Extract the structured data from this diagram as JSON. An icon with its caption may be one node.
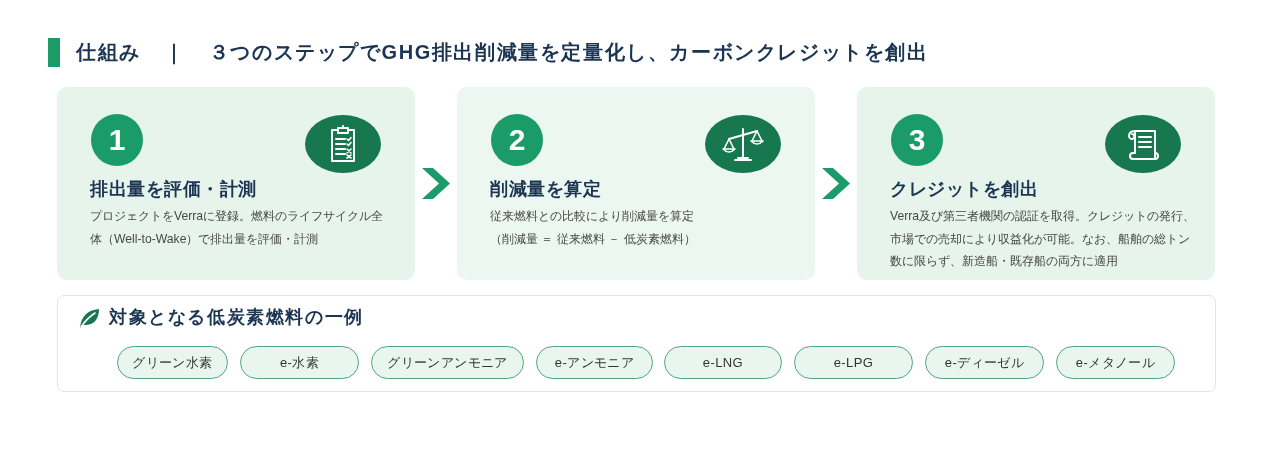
{
  "diagram": {
    "title": "仕組み ｜ ３つのステップでGHG排出削減量を定量化し、カーボンクレジットを創出",
    "nodes": [
      {
        "text": [
          "排出量を評価・計測",
          "プロジェクトをVerraに登録。燃料のライフサイクル全体（Well-to-Wake）で排出量を評価・計測"
        ]
      },
      {
        "text": [
          "1"
        ],
        "in": 0
      },
      {
        "text": [
          "削減量を算定",
          "従来燃料との比較により削減量を算定",
          "（削減量 ＝ 従来燃料 － 低炭素燃料）"
        ]
      },
      {
        "text": [
          "2"
        ],
        "in": 2
      },
      {
        "text": [
          "クレジットを創出",
          "Verra及び第三者機関の認証を取得。クレジットの発行、市場での売却により収益化が可能。なお、船舶の総トン数に限らず、新造船・既存船の両方に適用"
        ]
      },
      {
        "text": [
          "3"
        ],
        "in": 4
      },
      {
        "text": [
          "対象となる低炭素燃料の一例"
        ]
      },
      {
        "text": [
          "グリーン水素"
        ],
        "in": 6
      },
      {
        "text": [
          "e-水素"
        ],
        "in": 6
      },
      {
        "text": [
          "グリーンアンモニア"
        ],
        "in": 6
      },
      {
        "text": [
          "e-アンモニア"
        ],
        "in": 6
      },
      {
        "text": [
          "e-LNG"
        ],
        "in": 6
      },
      {
        "text": [
          "e-LPG"
        ],
        "in": 6
      },
      {
        "text": [
          "e-ディーゼル"
        ],
        "in": 6
      },
      {
        "text": [
          "e-メタノール"
        ],
        "in": 6
      }
    ],
    "edges": [
      {
        "from": 0,
        "to": 2,
        "arrow": "to"
      },
      {
        "from": 2,
        "to": 4,
        "arrow": "to"
      }
    ]
  }
}
